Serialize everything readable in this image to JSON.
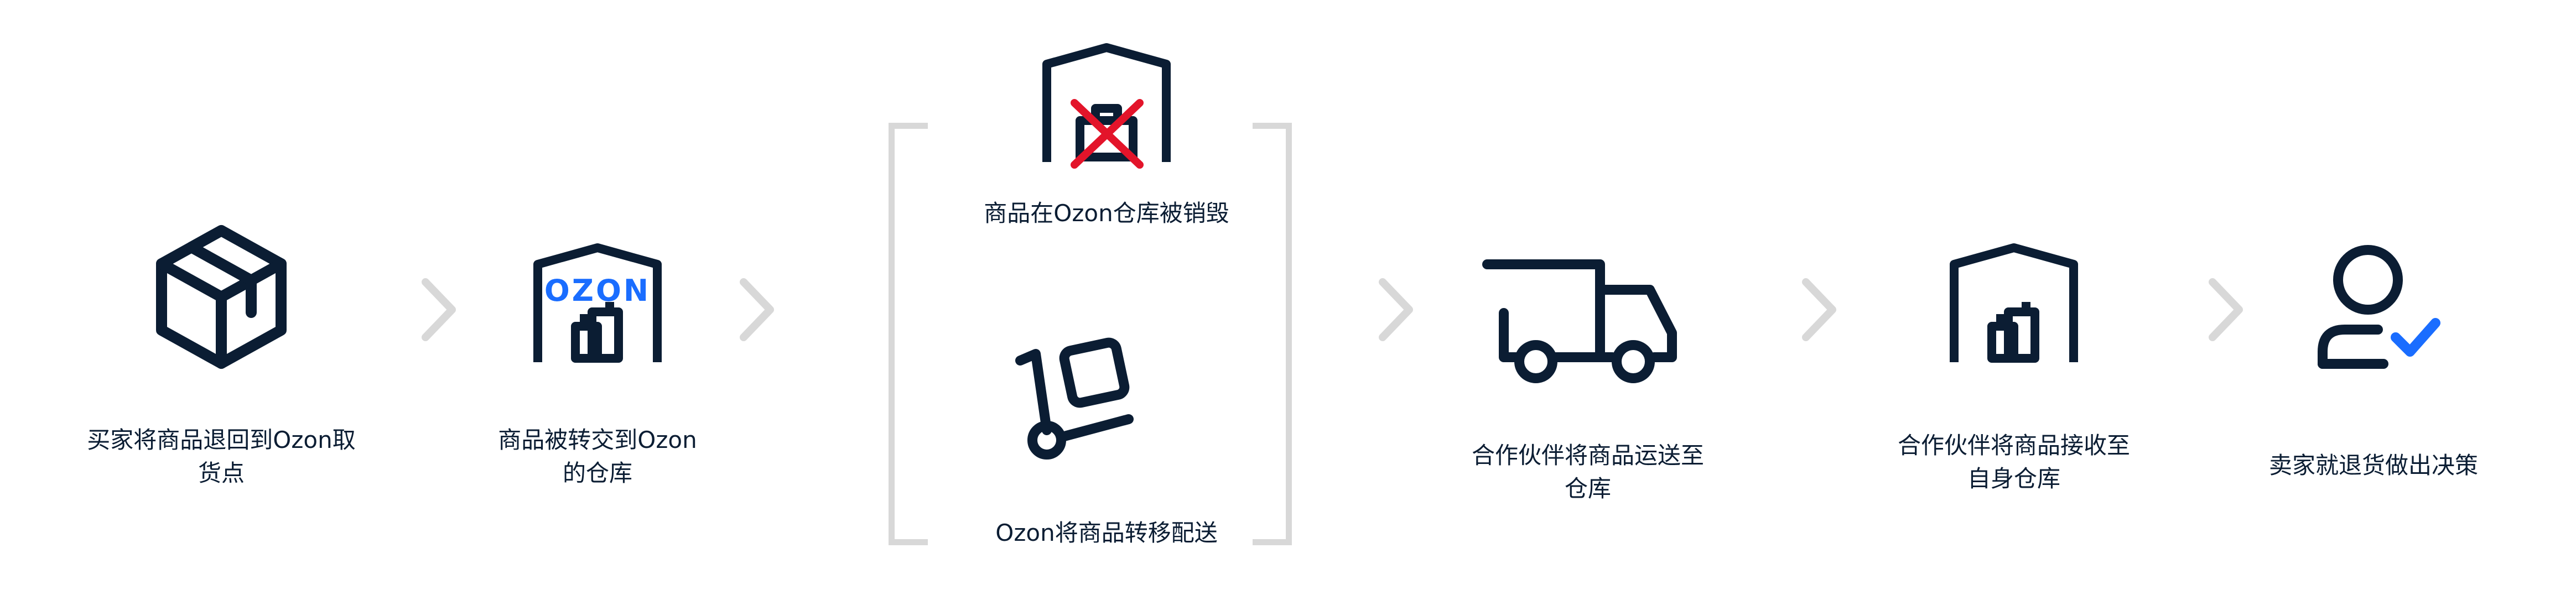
{
  "steps": [
    {
      "label": "买家将商品退回到Ozon取\n货点",
      "icon": "package-icon"
    },
    {
      "label": "商品被转交到Ozon\n的仓库",
      "icon": "ozon-warehouse-icon",
      "logo": "OZON"
    },
    {
      "label": "商品在Ozon仓库被销毁",
      "icon": "warehouse-destroyed-icon"
    },
    {
      "label": "Ozon将商品转移配送",
      "icon": "hand-truck-icon"
    },
    {
      "label": "合作伙伴将商品运送至\n仓库",
      "icon": "truck-icon"
    },
    {
      "label": "合作伙伴将商品接收至\n自身仓库",
      "icon": "warehouse-icon"
    },
    {
      "label": "卖家就退货做出决策",
      "icon": "user-check-icon"
    }
  ],
  "colors": {
    "ink": "#0b1d33",
    "arrow": "#d8d8d8",
    "bracket": "#d8d8d8",
    "ozon_blue": "#1a6dff",
    "destroy_red": "#e3142a",
    "check_blue": "#1a6dff"
  }
}
